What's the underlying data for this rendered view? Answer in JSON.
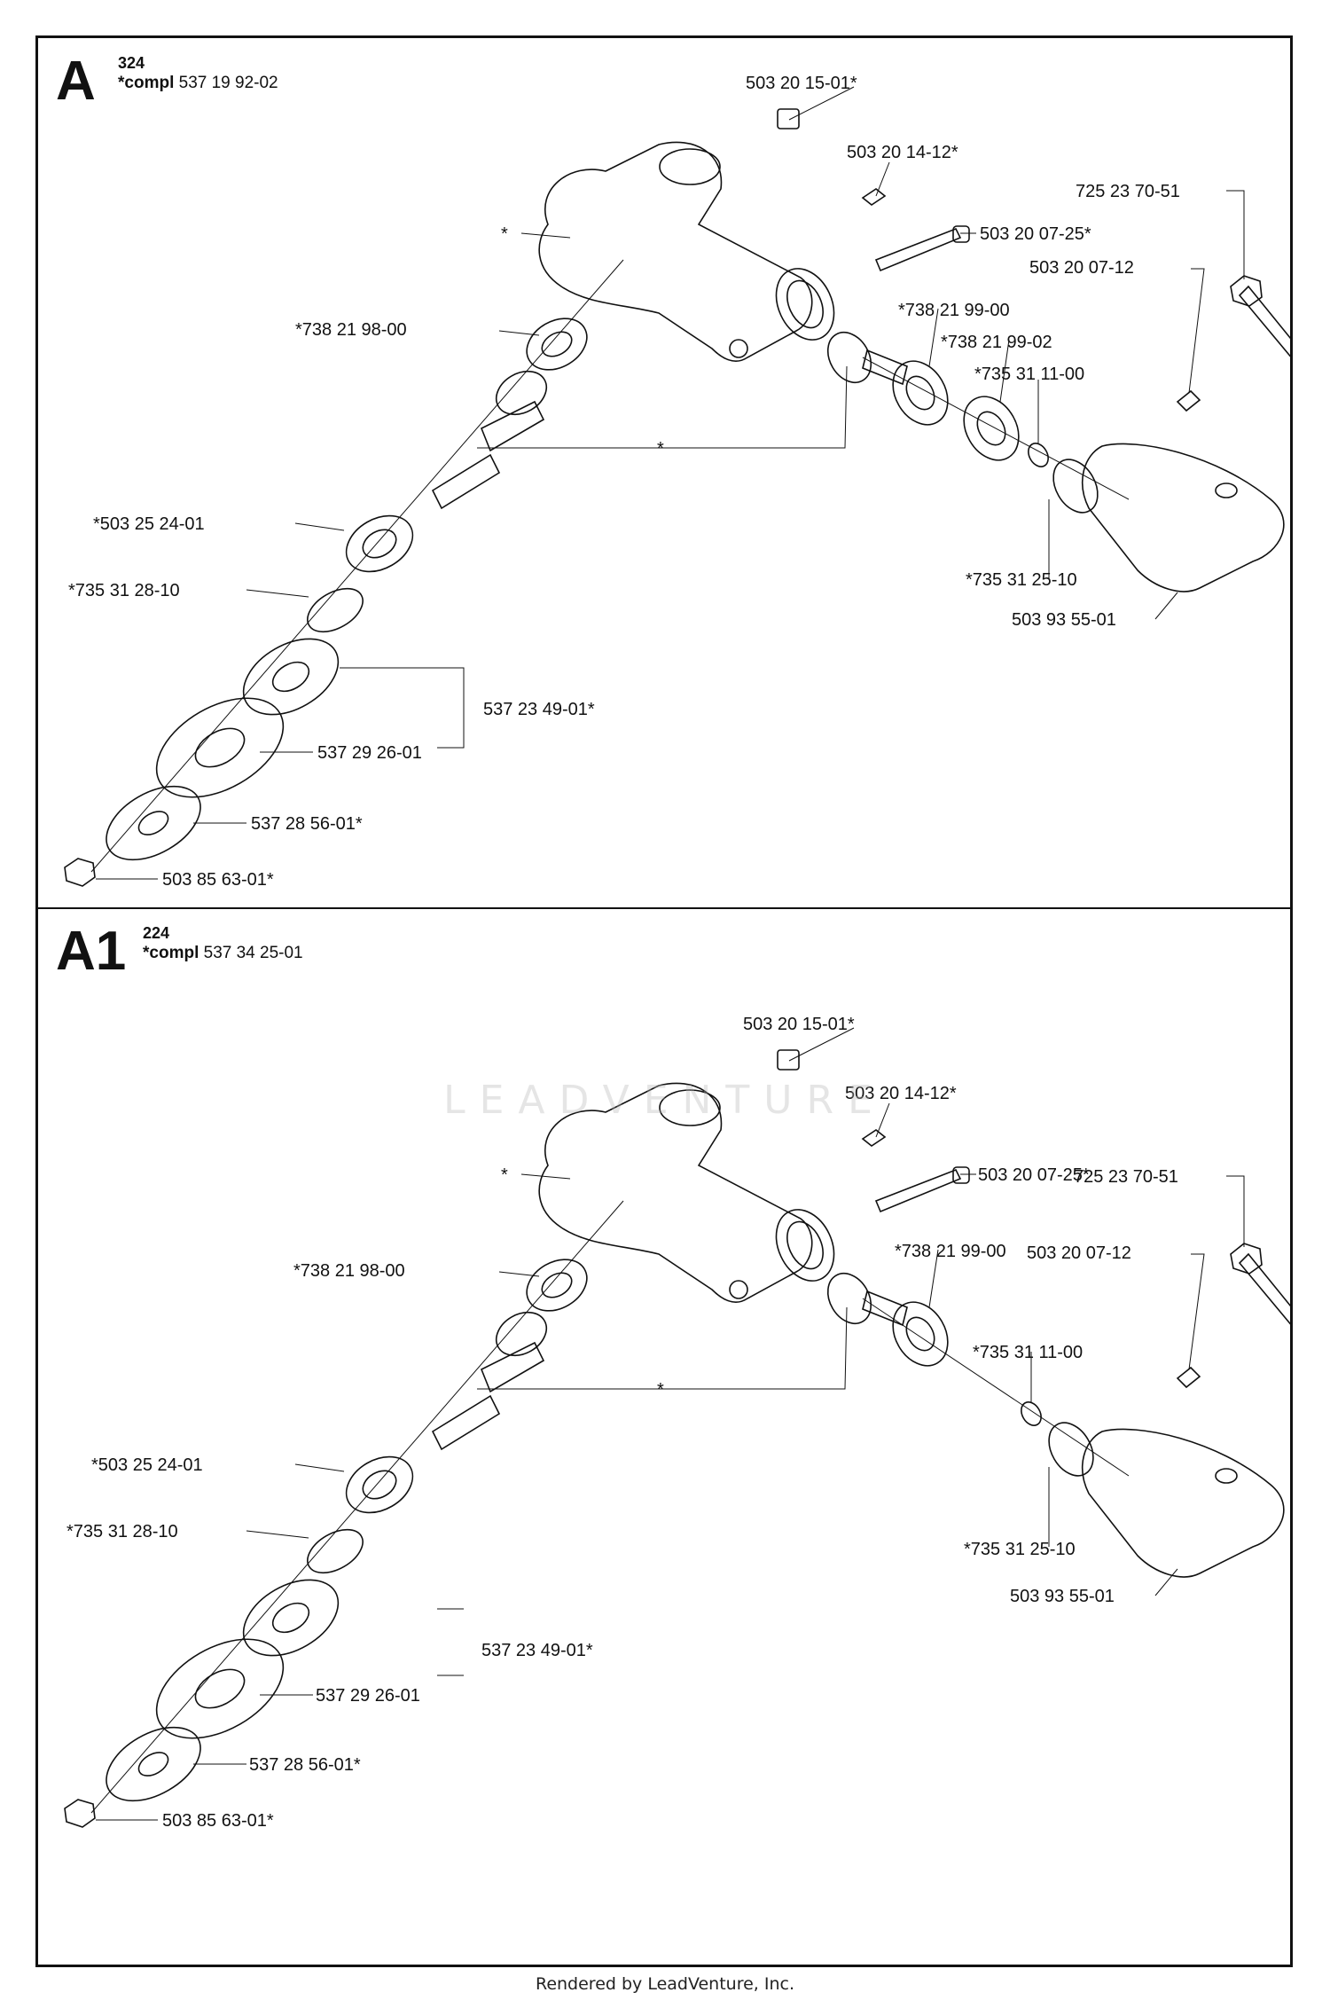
{
  "watermark": "LEADVENTURE",
  "footer": "Rendered by LeadVenture, Inc.",
  "panels": {
    "a": {
      "letter": "A",
      "model": "324",
      "compl_prefix": "*compl",
      "compl_number": "537 19 92-02",
      "labels": {
        "l1": "503 20 15-01*",
        "l2": "503 20 14-12*",
        "l3": "725 23 70-51",
        "l4": "*",
        "l5": "503 20 07-25*",
        "l6": "503 20 07-12",
        "l7": "*738 21 98-00",
        "l8": "*738 21 99-00",
        "l9": "*738 21 99-02",
        "l10": "*735 31 11-00",
        "l11": "*",
        "l12": "*503 25 24-01",
        "l13": "*735 31 25-10",
        "l14": "*735 31 28-10",
        "l15": "503 93 55-01",
        "l16": "537 23 49-01*",
        "l17": "537 29 26-01",
        "l18": "537 28 56-01*",
        "l19": "503 85 63-01*"
      }
    },
    "a1": {
      "letter": "A1",
      "model": "224",
      "compl_prefix": "*compl",
      "compl_number": "537 34 25-01",
      "labels": {
        "l1": "503 20 15-01*",
        "l2": "503 20 14-12*",
        "l3": "725 23 70-51",
        "l4": "*",
        "l5": "503 20 07-25*",
        "l6": "503 20 07-12",
        "l7": "*738 21 98-00",
        "l8": "*738 21 99-00",
        "l10": "*735 31 11-00",
        "l11": "*",
        "l12": "*503 25 24-01",
        "l13": "*735 31 25-10",
        "l14": "*735 31 28-10",
        "l15": "503 93 55-01",
        "l16": "537 23 49-01*",
        "l17": "537 29 26-01",
        "l18": "537 28 56-01*",
        "l19": "503 85 63-01*"
      }
    }
  }
}
